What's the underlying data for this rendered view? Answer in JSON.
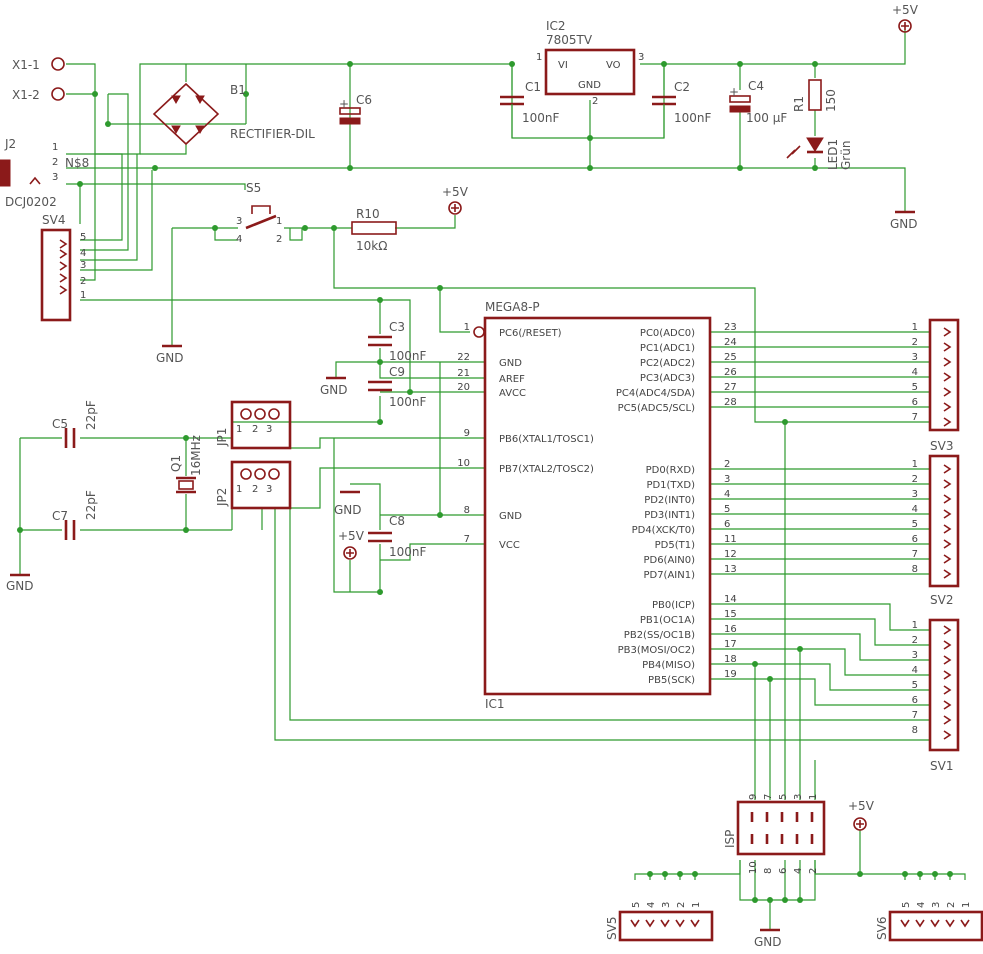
{
  "colors": {
    "wire": "#2e9a2e",
    "symbol": "#8b1a1a",
    "label": "#555555",
    "background": "#ffffff"
  },
  "supply": {
    "x11": "X1-1",
    "x12": "X1-2",
    "b1": "B1",
    "b1_type": "RECTIFIER-DIL",
    "j2": "J2",
    "j2_type": "DCJ0202",
    "j2_p1": "1",
    "j2_p2": "2",
    "j2_p3": "3",
    "ns": "N$8",
    "c6": "C6",
    "ic2": "IC2",
    "ic2_type": "7805TV",
    "ic2_vi": "VI",
    "ic2_vo": "VO",
    "ic2_gnd": "GND",
    "ic2_p1": "1",
    "ic2_p2": "2",
    "ic2_p3": "3",
    "c1": "C1",
    "c1_val": "100nF",
    "c2": "C2",
    "c2_val": "100nF",
    "c4": "C4",
    "c4_val": "100 µF",
    "r1": "R1",
    "r1_val": "150",
    "led1": "LED1",
    "led1_val": "Grün",
    "vcc": "+5V",
    "gnd": "GND"
  },
  "reset": {
    "s5": "S5",
    "s5_p1": "1",
    "s5_p2": "2",
    "s5_p3": "3",
    "s5_p4": "4",
    "r10": "R10",
    "r10_val": "10kΩ",
    "vcc": "+5V",
    "gnd": "GND"
  },
  "sv4": {
    "name": "SV4",
    "pins": [
      "5",
      "4",
      "3",
      "2",
      "1"
    ]
  },
  "caps": {
    "c3": "C3",
    "c3_val": "100nF",
    "c9": "C9",
    "c9_val": "100nF",
    "c8": "C8",
    "c8_val": "100nF",
    "gnd": "GND",
    "vcc": "+5V"
  },
  "osc": {
    "c5": "C5",
    "c5_val": "22pF",
    "c7": "C7",
    "c7_val": "22pF",
    "q1": "Q1",
    "q1_val": "16MHz",
    "jp1": "JP1",
    "jp2": "JP2",
    "p1": "1",
    "p2": "2",
    "p3": "3",
    "gnd": "GND"
  },
  "mcu": {
    "type": "MEGA8-P",
    "name": "IC1",
    "left_pins": [
      {
        "num": "1",
        "name": "PC6(/RESET)"
      },
      {
        "num": "22",
        "name": "GND"
      },
      {
        "num": "21",
        "name": "AREF"
      },
      {
        "num": "20",
        "name": "AVCC"
      },
      {
        "num": "9",
        "name": "PB6(XTAL1/TOSC1)"
      },
      {
        "num": "10",
        "name": "PB7(XTAL2/TOSC2)"
      },
      {
        "num": "8",
        "name": "GND"
      },
      {
        "num": "7",
        "name": "VCC"
      }
    ],
    "right_pins": [
      {
        "num": "23",
        "name": "PC0(ADC0)"
      },
      {
        "num": "24",
        "name": "PC1(ADC1)"
      },
      {
        "num": "25",
        "name": "PC2(ADC2)"
      },
      {
        "num": "26",
        "name": "PC3(ADC3)"
      },
      {
        "num": "27",
        "name": "PC4(ADC4/SDA)"
      },
      {
        "num": "28",
        "name": "PC5(ADC5/SCL)"
      },
      {
        "num": "2",
        "name": "PD0(RXD)"
      },
      {
        "num": "3",
        "name": "PD1(TXD)"
      },
      {
        "num": "4",
        "name": "PD2(INT0)"
      },
      {
        "num": "5",
        "name": "PD3(INT1)"
      },
      {
        "num": "6",
        "name": "PD4(XCK/T0)"
      },
      {
        "num": "11",
        "name": "PD5(T1)"
      },
      {
        "num": "12",
        "name": "PD6(AIN0)"
      },
      {
        "num": "13",
        "name": "PD7(AIN1)"
      },
      {
        "num": "14",
        "name": "PB0(ICP)"
      },
      {
        "num": "15",
        "name": "PB1(OC1A)"
      },
      {
        "num": "16",
        "name": "PB2(SS/OC1B)"
      },
      {
        "num": "17",
        "name": "PB3(MOSI/OC2)"
      },
      {
        "num": "18",
        "name": "PB4(MISO)"
      },
      {
        "num": "19",
        "name": "PB5(SCK)"
      }
    ]
  },
  "headers": {
    "sv3": {
      "name": "SV3",
      "pins": [
        "1",
        "2",
        "3",
        "4",
        "5",
        "6",
        "7"
      ]
    },
    "sv2": {
      "name": "SV2",
      "pins": [
        "1",
        "2",
        "3",
        "4",
        "5",
        "6",
        "7",
        "8"
      ]
    },
    "sv1": {
      "name": "SV1",
      "pins": [
        "1",
        "2",
        "3",
        "4",
        "5",
        "6",
        "7",
        "8"
      ]
    },
    "isp": {
      "name": "ISP",
      "top": [
        "9",
        "7",
        "5",
        "3",
        "1"
      ],
      "bottom": [
        "10",
        "8",
        "6",
        "4",
        "2"
      ]
    },
    "sv5": {
      "name": "SV5",
      "pins": [
        "5",
        "4",
        "3",
        "2",
        "1"
      ]
    },
    "sv6": {
      "name": "SV6",
      "pins": [
        "5",
        "4",
        "3",
        "2",
        "1"
      ]
    },
    "vcc": "+5V",
    "gnd": "GND"
  }
}
